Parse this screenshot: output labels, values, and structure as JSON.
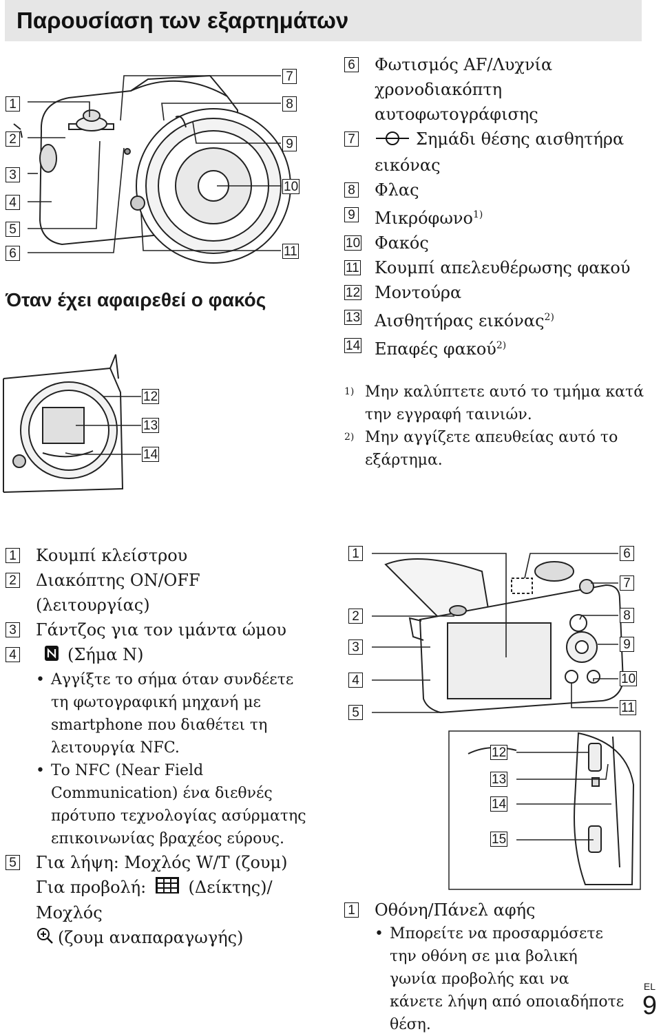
{
  "page_title": "Παρουσίαση των εξαρτημάτων",
  "subheading": "Όταν έχει αφαιρεθεί ο φακός",
  "front_fig_left_labels": [
    "1",
    "2",
    "3",
    "4",
    "5",
    "6"
  ],
  "front_fig_right_labels": [
    "7",
    "8",
    "9",
    "10",
    "11"
  ],
  "mount_fig_labels": [
    "12",
    "13",
    "14"
  ],
  "back_fig_left_labels": [
    "1",
    "2",
    "3",
    "4",
    "5"
  ],
  "back_fig_right_labels": [
    "6",
    "7",
    "8",
    "9",
    "10",
    "11"
  ],
  "side_fig_labels": [
    "12",
    "13",
    "14",
    "15"
  ],
  "right_list": [
    {
      "num": "6",
      "text": "Φωτισμός AF/Λυχνία χρονοδιακόπτη αυτοφωτογράφισης"
    },
    {
      "num": "7",
      "text": "Σημάδι θέσης αισθητήρα εικόνας"
    },
    {
      "num": "8",
      "text": "Φλας"
    },
    {
      "num": "9",
      "text": "Μικρόφωνο",
      "sup": "1)"
    },
    {
      "num": "10",
      "text": "Φακός"
    },
    {
      "num": "11",
      "text": "Κουμπί απελευθέρωσης φακού"
    },
    {
      "num": "12",
      "text": "Μοντούρα"
    },
    {
      "num": "13",
      "text": "Αισθητήρας εικόνας",
      "sup": "2)"
    },
    {
      "num": "14",
      "text": "Επαφές φακού",
      "sup": "2)"
    }
  ],
  "notes": [
    {
      "mark": "1)",
      "text": "Μην καλύπτετε αυτό το τμήμα κατά την εγγραφή ταινιών."
    },
    {
      "mark": "2)",
      "text": "Μην αγγίζετε απευθείας αυτό το εξάρτημα."
    }
  ],
  "left_list": {
    "i1": {
      "num": "1",
      "text": "Κουμπί κλείστρου"
    },
    "i2": {
      "num": "2",
      "text": "Διακόπτης ON/OFF (λειτουργίας)"
    },
    "i3": {
      "num": "3",
      "text": "Γάντζος για τον ιμάντα ώμου"
    },
    "i4": {
      "num": "4",
      "icon_name": "n-mark-icon",
      "text": "(Σήμα N)"
    },
    "i4_bullets": [
      "Αγγίξτε το σήμα όταν συνδέετε τη φωτογραφική μηχανή με smartphone που διαθέτει τη λειτουργία NFC.",
      "Το NFC (Near Field Communication) ένα διεθνές πρότυπο τεχνολογίας ασύρματης επικοινωνίας βραχέος εύρους."
    ],
    "i5": {
      "num": "5",
      "line1": "Για λήψη: Μοχλός W/T (ζουμ)",
      "line2a": "Για προβολή:",
      "line2_icon": "index-grid-icon",
      "line2b": "(Δείκτης)/",
      "line3": "Μοχλός",
      "line4_icon": "playback-zoom-icon",
      "line4": "(ζουμ αναπαραγωγής)"
    }
  },
  "bottom_right": {
    "num": "1",
    "text": "Οθόνη/Πάνελ αφής",
    "bullet": "Μπορείτε να προσαρμόσετε την οθόνη σε μια βολική γωνία προβολής και να κάνετε λήψη από οποιαδήποτε θέση."
  },
  "page_lang": "EL",
  "page_number": "9"
}
